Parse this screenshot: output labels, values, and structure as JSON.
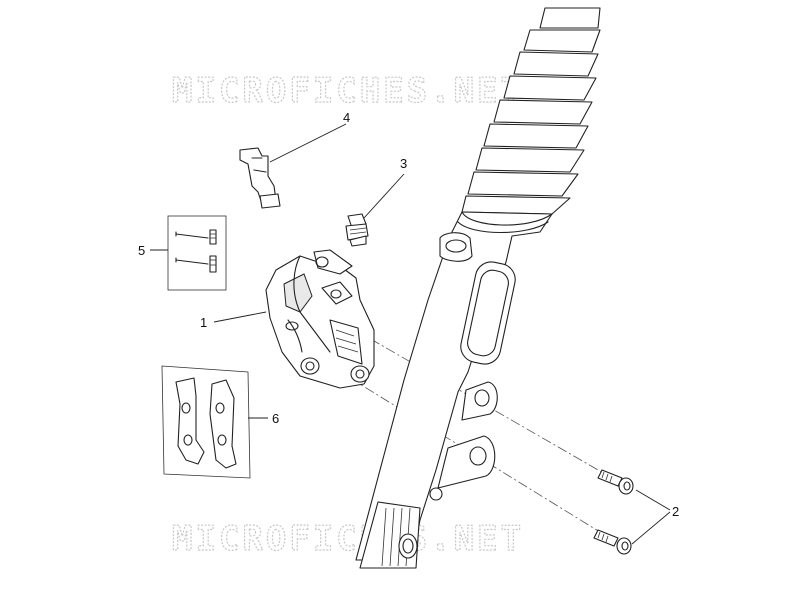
{
  "watermark": {
    "top": "MICROFICHES.NET",
    "bottom": "MICROFICHES.NET"
  },
  "callouts": [
    {
      "id": "1",
      "label": "1"
    },
    {
      "id": "2",
      "label": "2"
    },
    {
      "id": "3",
      "label": "3"
    },
    {
      "id": "4",
      "label": "4"
    },
    {
      "id": "5",
      "label": "5"
    },
    {
      "id": "6",
      "label": "6"
    }
  ]
}
